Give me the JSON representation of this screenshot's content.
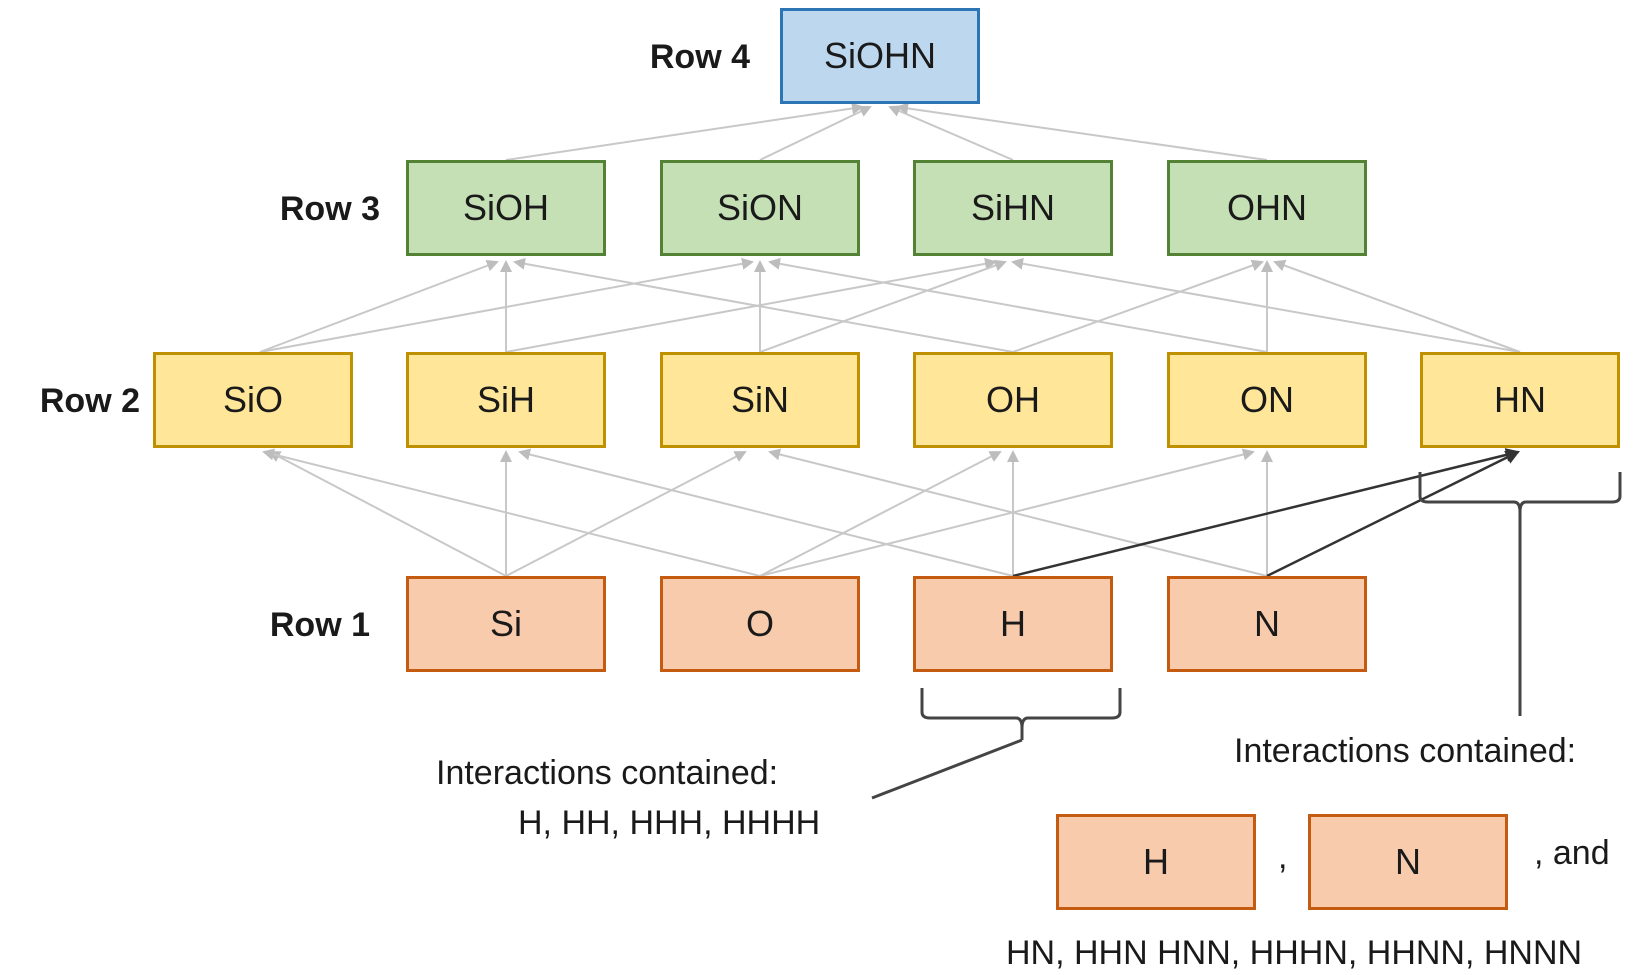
{
  "rows": {
    "row4_label": "Row 4",
    "row3_label": "Row 3",
    "row2_label": "Row 2",
    "row1_label": "Row 1"
  },
  "nodes": {
    "row4": [
      "SiOHN"
    ],
    "row3": [
      "SiOH",
      "SiON",
      "SiHN",
      "OHN"
    ],
    "row2": [
      "SiO",
      "SiH",
      "SiN",
      "OH",
      "ON",
      "HN"
    ],
    "row1": [
      "Si",
      "O",
      "H",
      "N"
    ]
  },
  "annotations": {
    "left": {
      "title": "Interactions contained:",
      "items": "H, HH, HHH, HHHH"
    },
    "right": {
      "title": "Interactions contained:",
      "box_h": "H",
      "comma": ",",
      "box_n": "N",
      "and_text": ", and",
      "items": "HN, HHN HNN, HHHN, HHNN, HNNN"
    }
  },
  "colors": {
    "row1_fill": "#f8cbad",
    "row1_border": "#c55a11",
    "row2_fill": "#ffe699",
    "row2_border": "#bf9000",
    "row3_fill": "#c5e0b4",
    "row3_border": "#548235",
    "row4_fill": "#bdd7ee",
    "row4_border": "#2e75b6",
    "edge": "#c8c8c8",
    "highlight_edge": "#333333"
  }
}
